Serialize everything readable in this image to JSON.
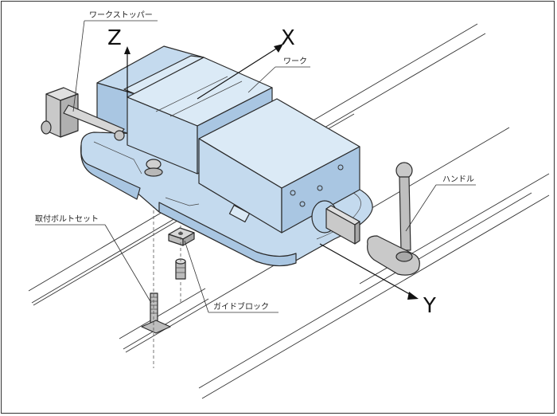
{
  "labels": {
    "work_stopper": "ワークストッパー",
    "work": "ワーク",
    "handle": "ハンドル",
    "mount_bolt_set": "取付ボルトセット",
    "guide_block": "ガイドブロック"
  },
  "axes": {
    "x": "X",
    "y": "Y",
    "z": "Z"
  },
  "colors": {
    "body_light": "#dbeaf6",
    "body_mid": "#c4daee",
    "body_dark": "#a9c6e2",
    "metal_gray": "#c9c9c9",
    "outline": "#2a2a2a"
  }
}
